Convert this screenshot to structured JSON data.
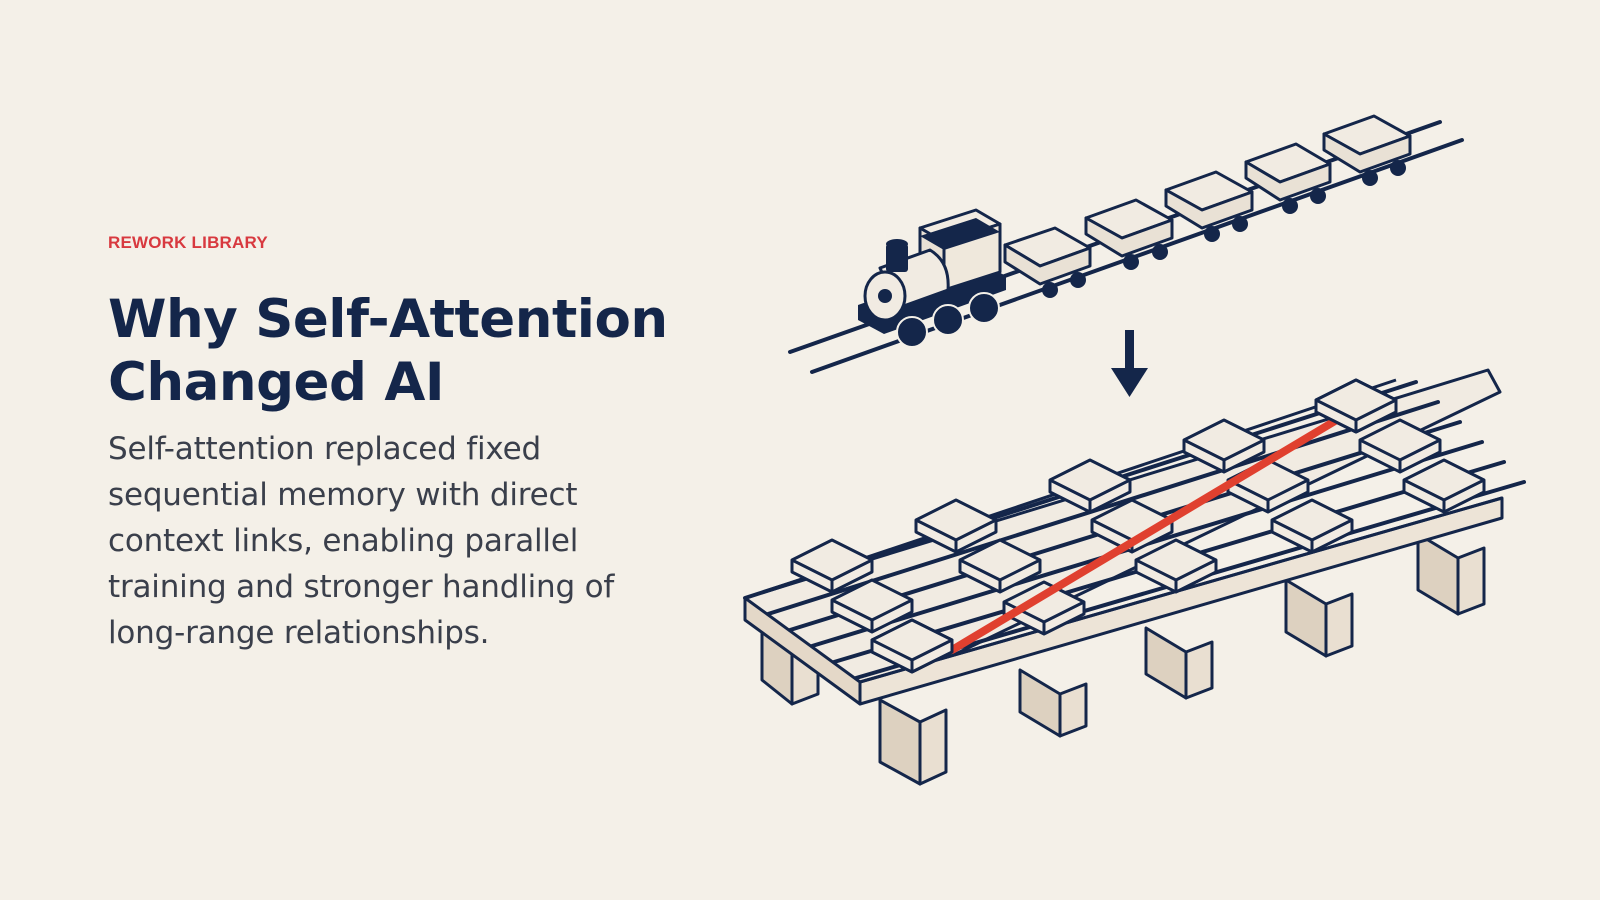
{
  "eyebrow": "REWORK LIBRARY",
  "title": {
    "line1": "Why Self-Attention",
    "line2": "Changed AI"
  },
  "body": "Self-attention replaced fixed sequential memory with direct context links, enabling parallel training and stronger handling of long-range relationships.",
  "colors": {
    "background": "#f4f0e8",
    "title": "#14264a",
    "eyebrow": "#d8393f",
    "body": "#3a3f4b",
    "ink": "#14264a",
    "block_fill": "#f1ebe2",
    "accent_link": "#e0402f",
    "pier_fill": "#e4d8c8"
  },
  "illustration": {
    "top_icon": "train-on-track-icon",
    "arrow_icon": "arrow-down-icon",
    "bottom_icon": "parallel-tracks-bridge-icon"
  }
}
